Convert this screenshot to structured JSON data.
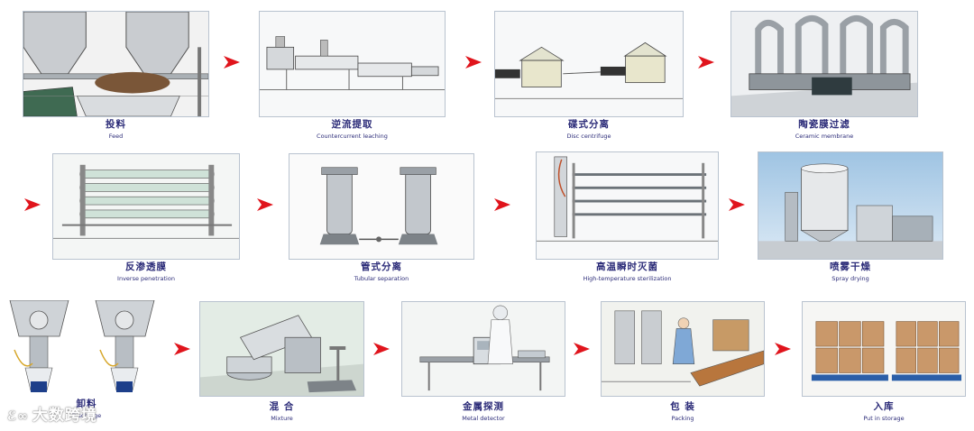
{
  "steps": [
    {
      "cn": "投料",
      "en": "Feed"
    },
    {
      "cn": "逆流提取",
      "en": "Countercurrent leaching"
    },
    {
      "cn": "碟式分离",
      "en": "Disc centrifuge"
    },
    {
      "cn": "陶瓷膜过滤",
      "en": "Ceramic membrane"
    },
    {
      "cn": "反渗透膜",
      "en": "Inverse penetration"
    },
    {
      "cn": "管式分离",
      "en": "Tubular separation"
    },
    {
      "cn": "高温瞬时灭菌",
      "en": "High-temperature sterilization"
    },
    {
      "cn": "喷雾干燥",
      "en": "Spray drying"
    },
    {
      "cn": "卸料",
      "en": "Discharge"
    },
    {
      "cn": "混 合",
      "en": "Mixture"
    },
    {
      "cn": "金属探测",
      "en": "Metal detector"
    },
    {
      "cn": "包 装",
      "en": "Packing"
    },
    {
      "cn": "入库",
      "en": "Put in storage"
    }
  ],
  "watermark": {
    "logo": "ℰ∞",
    "text": "大数跨境"
  },
  "colors": {
    "arrow": "#e0141c",
    "label": "#2b2b78",
    "frame": "#b9c3cf"
  },
  "icons": [
    "chevron-right-icon"
  ]
}
